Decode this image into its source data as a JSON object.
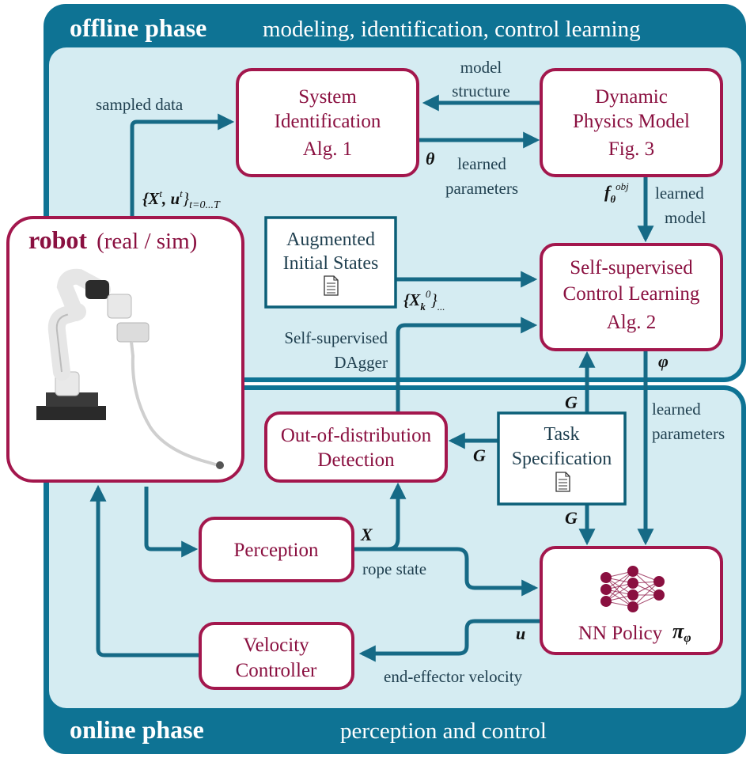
{
  "offline_phase": {
    "title": "offline phase",
    "subtitle": "modeling, identification, control learning"
  },
  "online_phase": {
    "title": "online phase",
    "subtitle": "perception and control"
  },
  "robot": {
    "title_bold": "robot",
    "title_rest": "(real / sim)"
  },
  "boxes": {
    "system_identification": {
      "line1": "System",
      "line2": "Identification",
      "line3": "Alg. 1"
    },
    "dynamic_physics_model": {
      "line1": "Dynamic",
      "line2": "Physics Model",
      "line3": "Fig. 3"
    },
    "augmented_initial_states": {
      "line1": "Augmented",
      "line2": "Initial States"
    },
    "self_supervised_control_learning": {
      "line1": "Self-supervised",
      "line2": "Control Learning",
      "line3": "Alg. 2"
    },
    "ood_detection": {
      "line1": "Out-of-distribution",
      "line2": "Detection"
    },
    "task_specification": {
      "line1": "Task",
      "line2": "Specification"
    },
    "perception": {
      "line1": "Perception"
    },
    "nn_policy": {
      "label": "NN Policy",
      "symbol": "π",
      "subscript": "φ"
    },
    "velocity_controller": {
      "line1": "Velocity",
      "line2": "Controller"
    }
  },
  "labels": {
    "sampled_data": "sampled data",
    "dataset_symbol": "{X",
    "dataset_sup_t": "t",
    "dataset_comma_u": ", u",
    "dataset_sup_t2": "t",
    "dataset_close": "}",
    "dataset_sub": "t=0...T",
    "model_structure_1": "model",
    "model_structure_2": "structure",
    "theta": "θ",
    "learned_parameters_1": "learned",
    "learned_parameters_2": "parameters",
    "f_symbol": "f",
    "f_sub": "θ",
    "f_sup": "obj",
    "learned_model_1": "learned",
    "learned_model_2": "model",
    "xk_open": "{X",
    "xk_sub": "k",
    "xk_sup": "0",
    "xk_close": "}",
    "xk_dots": "...",
    "ss_dagger_1": "Self-supervised",
    "ss_dagger_2": "DAgger",
    "phi": "φ",
    "learned_params2_1": "learned",
    "learned_params2_2": "parameters",
    "G_top": "G",
    "G_left": "G",
    "G_bottom": "G",
    "X_label": "X",
    "rope_state": "rope state",
    "u_label": "u",
    "ee_velocity": "end-effector velocity"
  },
  "colors": {
    "teal": "#0e7394",
    "teal_dark": "#0b5f78",
    "panel_bg": "#d5ecf2",
    "box_border": "#a3174d",
    "box_text": "#8a1040",
    "arrow": "#166a86",
    "text_dark": "#1f3f4f"
  },
  "icons": {
    "document_icon": "document-icon",
    "neural_network_icon": "neural-network-icon",
    "robot_arm_image": "robot-arm-image"
  }
}
